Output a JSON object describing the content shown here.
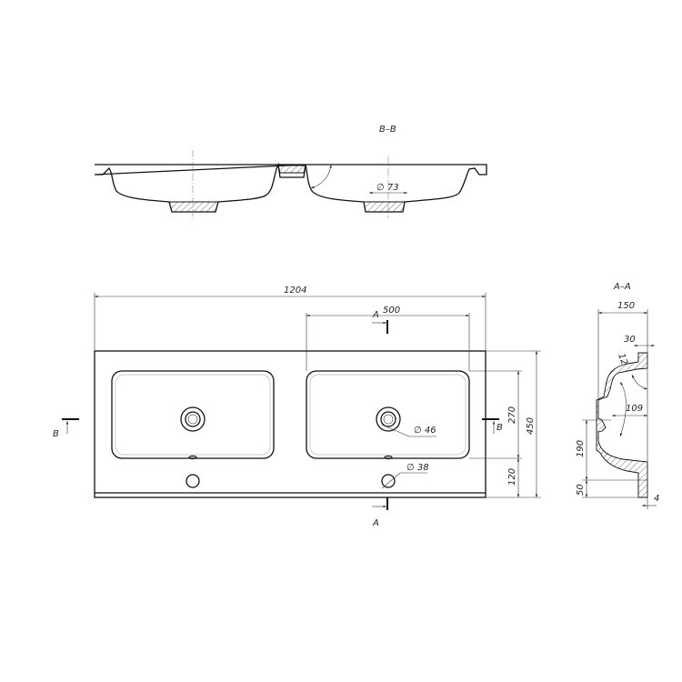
{
  "sections": {
    "bb_title": "B–B",
    "aa_title": "A–A",
    "marker_a": "A",
    "marker_b": "B"
  },
  "dimensions": {
    "overall_width": "1204",
    "basin_width": "500",
    "overall_depth": "450",
    "basin_depth": "270",
    "front_margin": "120",
    "drain_diameter": "∅ 46",
    "tap_hole_diameter": "∅ 38",
    "drain_section_diameter": "∅ 73",
    "aa_width": "150",
    "aa_rim": "30",
    "aa_wall": "12",
    "aa_drain": "109",
    "aa_height": "190",
    "aa_skirt": "50",
    "aa_thickness": "4"
  }
}
